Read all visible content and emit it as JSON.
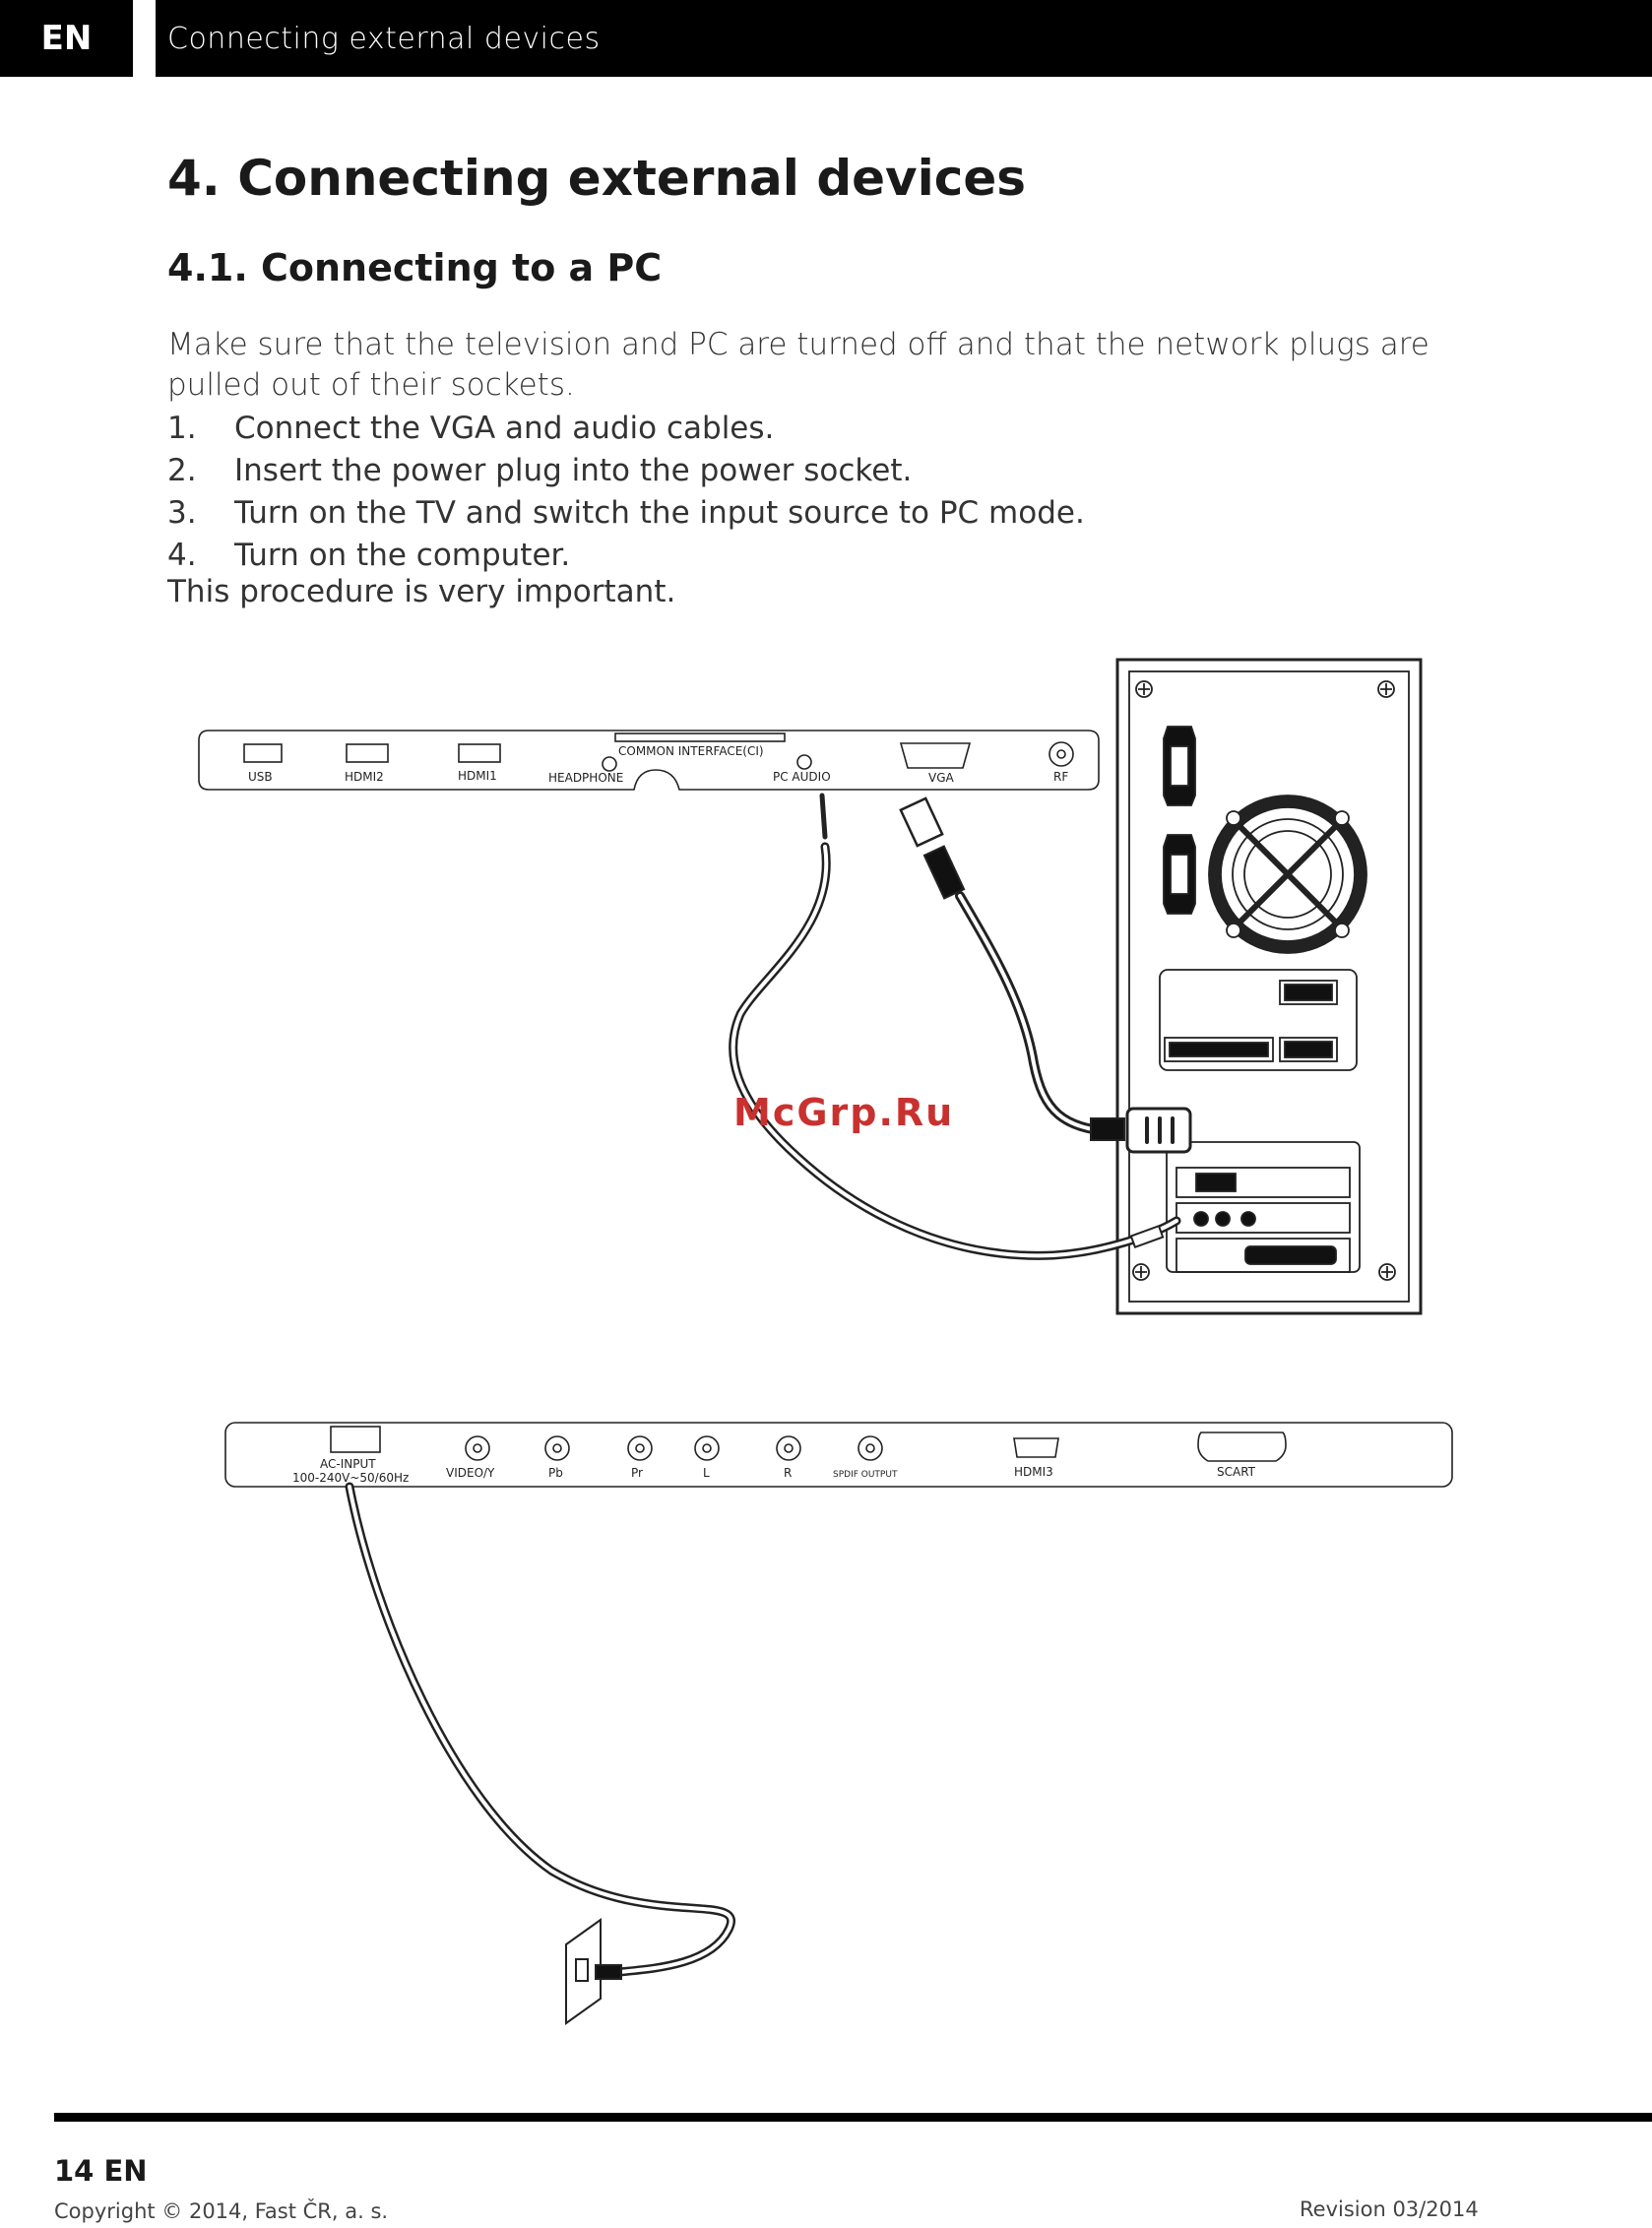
{
  "header": {
    "lang": "EN",
    "section": "Connecting external devices"
  },
  "title": "4. Connecting external devices",
  "subtitle": "4.1. Connecting to a PC",
  "intro": "Make sure that the television and PC are turned off and that the network plugs are pulled out of their sockets.",
  "steps": [
    {
      "num": "1.",
      "text": "Connect the VGA and audio cables."
    },
    {
      "num": "2.",
      "text": "Insert the power plug into the power socket."
    },
    {
      "num": "3.",
      "text": "Turn on the TV and switch the input source to PC mode."
    },
    {
      "num": "4.",
      "text": "Turn on the computer."
    }
  ],
  "note": "This procedure is very important.",
  "diagram": {
    "top_panel": {
      "usb": "USB",
      "hdmi2": "HDMI2",
      "hdmi1": "HDMI1",
      "headphone": "HEADPHONE",
      "ci": "COMMON INTERFACE(CI)",
      "pc_audio": "PC AUDIO",
      "vga": "VGA",
      "rf": "RF"
    },
    "bottom_panel": {
      "ac_input": "AC-INPUT",
      "ac_rating": "100-240V~50/60Hz",
      "video": "VIDEO/Y",
      "pb": "Pb",
      "pr": "Pr",
      "l": "L",
      "r": "R",
      "spdif": "SPDIF OUTPUT",
      "hdmi3": "HDMI3",
      "scart": "SCART"
    }
  },
  "watermark": "McGrp.Ru",
  "footer": {
    "page": "14 EN",
    "copyright": "Copyright © 2014, Fast ČR, a. s.",
    "revision": "Revision 03/2014"
  }
}
